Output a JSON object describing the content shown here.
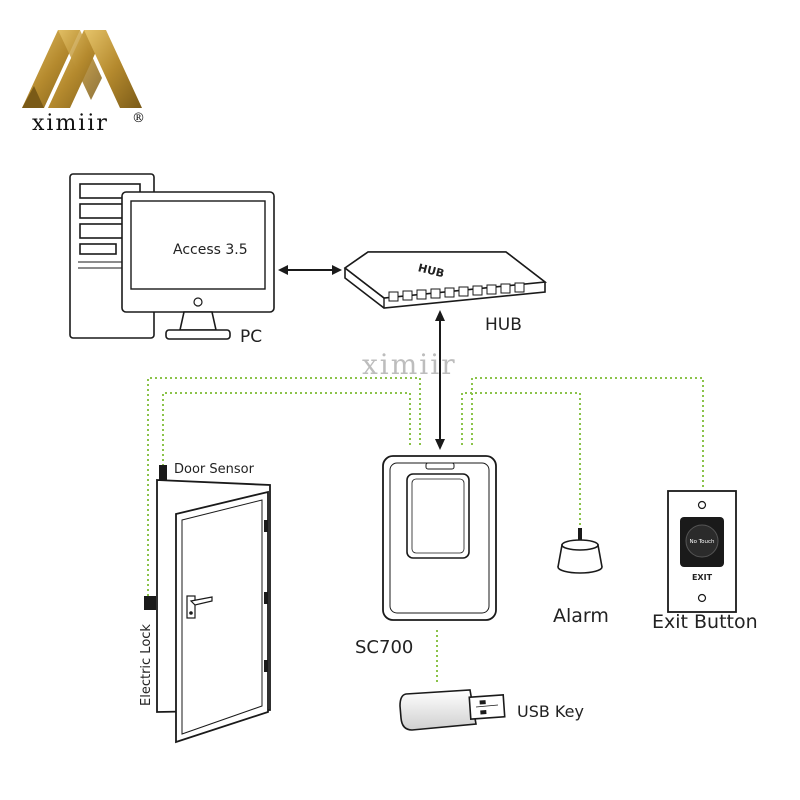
{
  "brand": {
    "name": "ximiir",
    "mark": "®",
    "gold": "#b58a2e"
  },
  "watermark": "ximiir",
  "devices": {
    "pc": {
      "label": "PC",
      "screen_text": "Access 3.5"
    },
    "hub": {
      "label": "HUB",
      "top_text": "HUB"
    },
    "controller": {
      "label": "SC700"
    },
    "door_sensor": {
      "label": "Door Sensor"
    },
    "electric_lock": {
      "label": "Electric Lock"
    },
    "alarm": {
      "label": "Alarm"
    },
    "exit_button": {
      "label": "Exit Button",
      "face_text": "No Touch",
      "plate_text": "EXIT"
    },
    "usb_key": {
      "label": "USB Key"
    }
  },
  "colors": {
    "wire": "#8bc34a",
    "outline": "#1a1a1a",
    "watermark": "#bdbdbd"
  }
}
